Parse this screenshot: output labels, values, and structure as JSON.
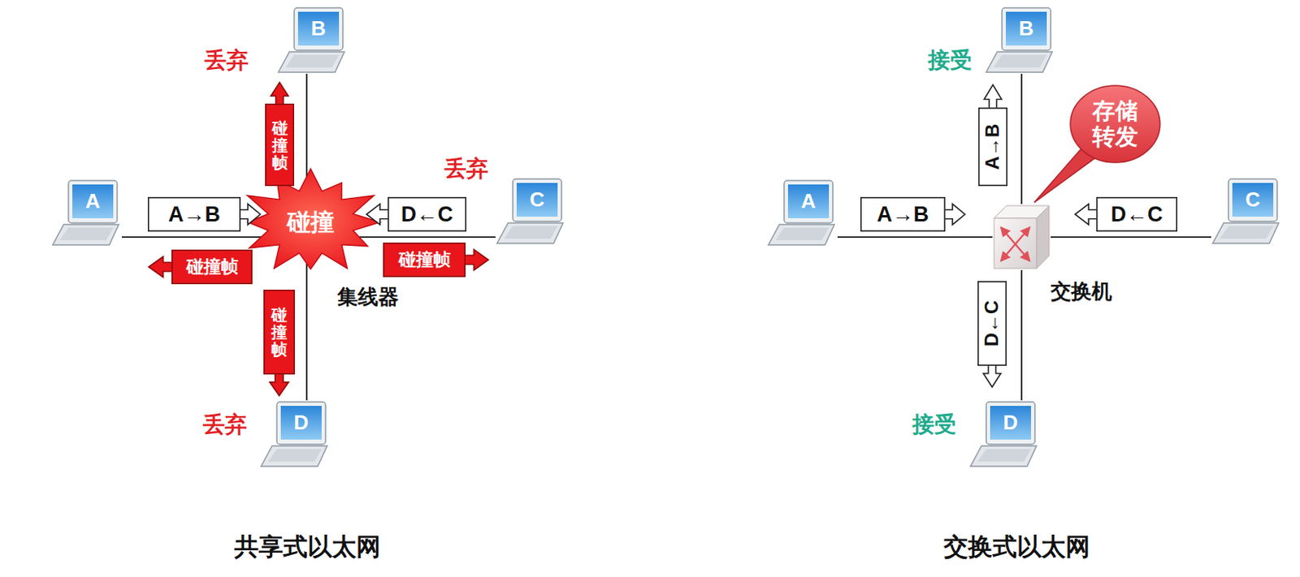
{
  "diagram": {
    "nodes": [
      {
        "text": [
          "A"
        ]
      },
      {
        "text": [
          "B"
        ]
      },
      {
        "text": [
          "C"
        ]
      },
      {
        "text": [
          "D"
        ]
      },
      {
        "text": [
          "集线器"
        ]
      },
      {
        "text": [
          "碰撞"
        ]
      },
      {
        "text": [
          "A→B"
        ]
      },
      {
        "text": [
          "D←C"
        ]
      },
      {
        "text": [
          "碰撞帧"
        ]
      },
      {
        "text": [
          "碰撞帧"
        ]
      },
      {
        "text": [
          "碰撞帧"
        ]
      },
      {
        "text": [
          "碰撞帧"
        ]
      },
      {
        "text": [
          "A"
        ]
      },
      {
        "text": [
          "B"
        ]
      },
      {
        "text": [
          "C"
        ]
      },
      {
        "text": [
          "D"
        ]
      },
      {
        "text": [
          "交换机"
        ]
      },
      {
        "text": [
          "存储 转发"
        ]
      },
      {
        "text": [
          "A→B"
        ]
      },
      {
        "text": [
          "D←C"
        ]
      },
      {
        "text": [
          "A→B"
        ]
      },
      {
        "text": [
          "D←C"
        ]
      }
    ],
    "edges": [
      {
        "from": 0,
        "to": 4,
        "arrow": "none"
      },
      {
        "from": 1,
        "to": 4,
        "arrow": "none"
      },
      {
        "from": 2,
        "to": 4,
        "arrow": "none"
      },
      {
        "from": 3,
        "to": 4,
        "arrow": "none"
      },
      {
        "from": 12,
        "to": 16,
        "arrow": "none"
      },
      {
        "from": 13,
        "to": 16,
        "arrow": "none"
      },
      {
        "from": 14,
        "to": 16,
        "arrow": "none"
      },
      {
        "from": 15,
        "to": 16,
        "arrow": "none"
      }
    ],
    "labels": [
      "丢弃",
      "丢弃",
      "丢弃",
      "接受",
      "接受",
      "共享式以太网",
      "交换式以太网"
    ]
  }
}
